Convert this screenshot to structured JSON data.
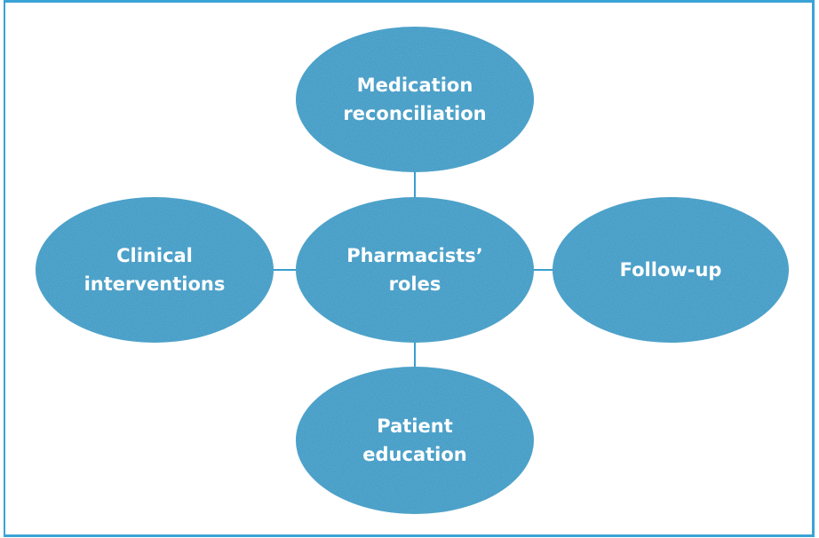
{
  "diagram": {
    "type": "hub-and-spoke",
    "colors": {
      "frame": "#3aa3d6",
      "node_fill": "#3796c2",
      "connector": "#3a9ecf",
      "text": "#ffffff"
    },
    "center": {
      "id": "center",
      "lines": [
        "Pharmacists’",
        "roles"
      ]
    },
    "nodes": [
      {
        "id": "top",
        "position": "top",
        "lines": [
          "Medication",
          "reconciliation"
        ]
      },
      {
        "id": "left",
        "position": "left",
        "lines": [
          "Clinical",
          "interventions"
        ]
      },
      {
        "id": "right",
        "position": "right",
        "lines": [
          "Follow-up"
        ]
      },
      {
        "id": "bottom",
        "position": "bottom",
        "lines": [
          "Patient",
          "education"
        ]
      }
    ],
    "edges": [
      {
        "from": "center",
        "to": "top"
      },
      {
        "from": "center",
        "to": "left"
      },
      {
        "from": "center",
        "to": "right"
      },
      {
        "from": "center",
        "to": "bottom"
      }
    ]
  }
}
